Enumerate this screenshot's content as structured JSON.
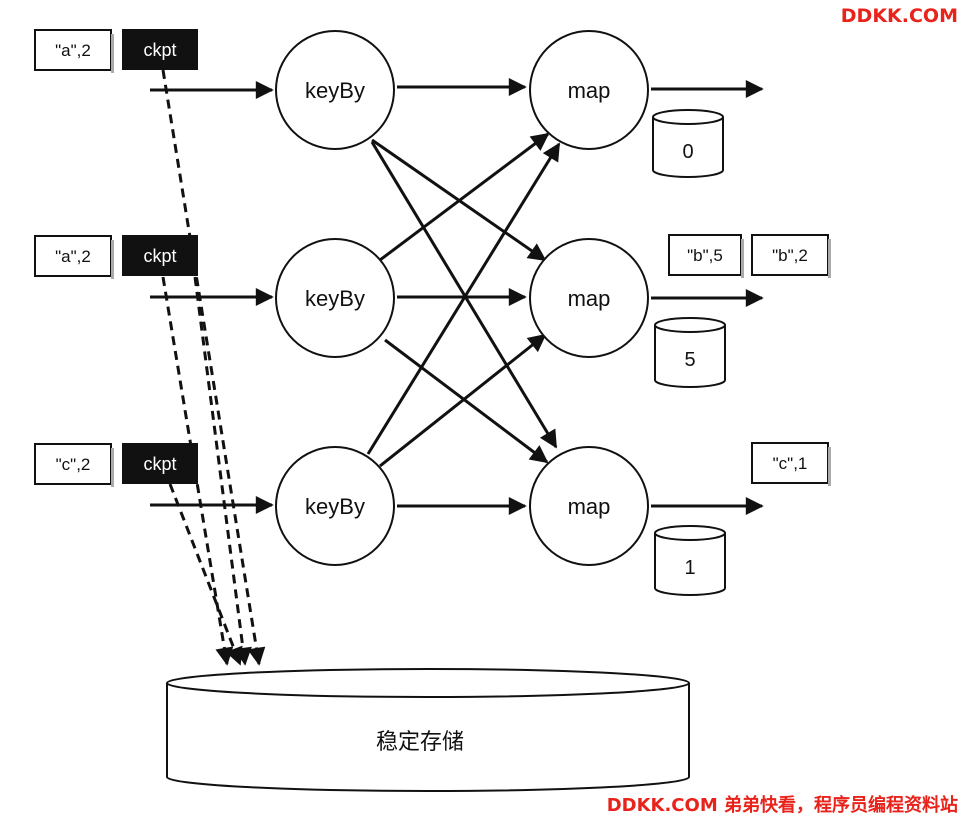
{
  "sources": [
    {
      "record": "\"a\",2",
      "barrier": "ckpt"
    },
    {
      "record": "\"a\",2",
      "barrier": "ckpt"
    },
    {
      "record": "\"c\",2",
      "barrier": "ckpt"
    }
  ],
  "keyby_nodes": [
    {
      "label": "keyBy"
    },
    {
      "label": "keyBy"
    },
    {
      "label": "keyBy"
    }
  ],
  "map_nodes": [
    {
      "label": "map",
      "state": "0"
    },
    {
      "label": "map",
      "state": "5"
    },
    {
      "label": "map",
      "state": "1"
    }
  ],
  "outputs": [
    {
      "records": []
    },
    {
      "records": [
        "\"b\",5",
        "\"b\",2"
      ]
    },
    {
      "records": [
        "\"c\",1"
      ]
    }
  ],
  "storage": {
    "label": "稳定存储"
  },
  "watermarks": {
    "top": "DDKK.COM",
    "bottom": "DDKK.COM 弟弟快看，程序员编程资料站"
  },
  "colors": {
    "stroke": "#111111",
    "ckpt_fill": "#111111",
    "watermark": "#e8231b"
  }
}
